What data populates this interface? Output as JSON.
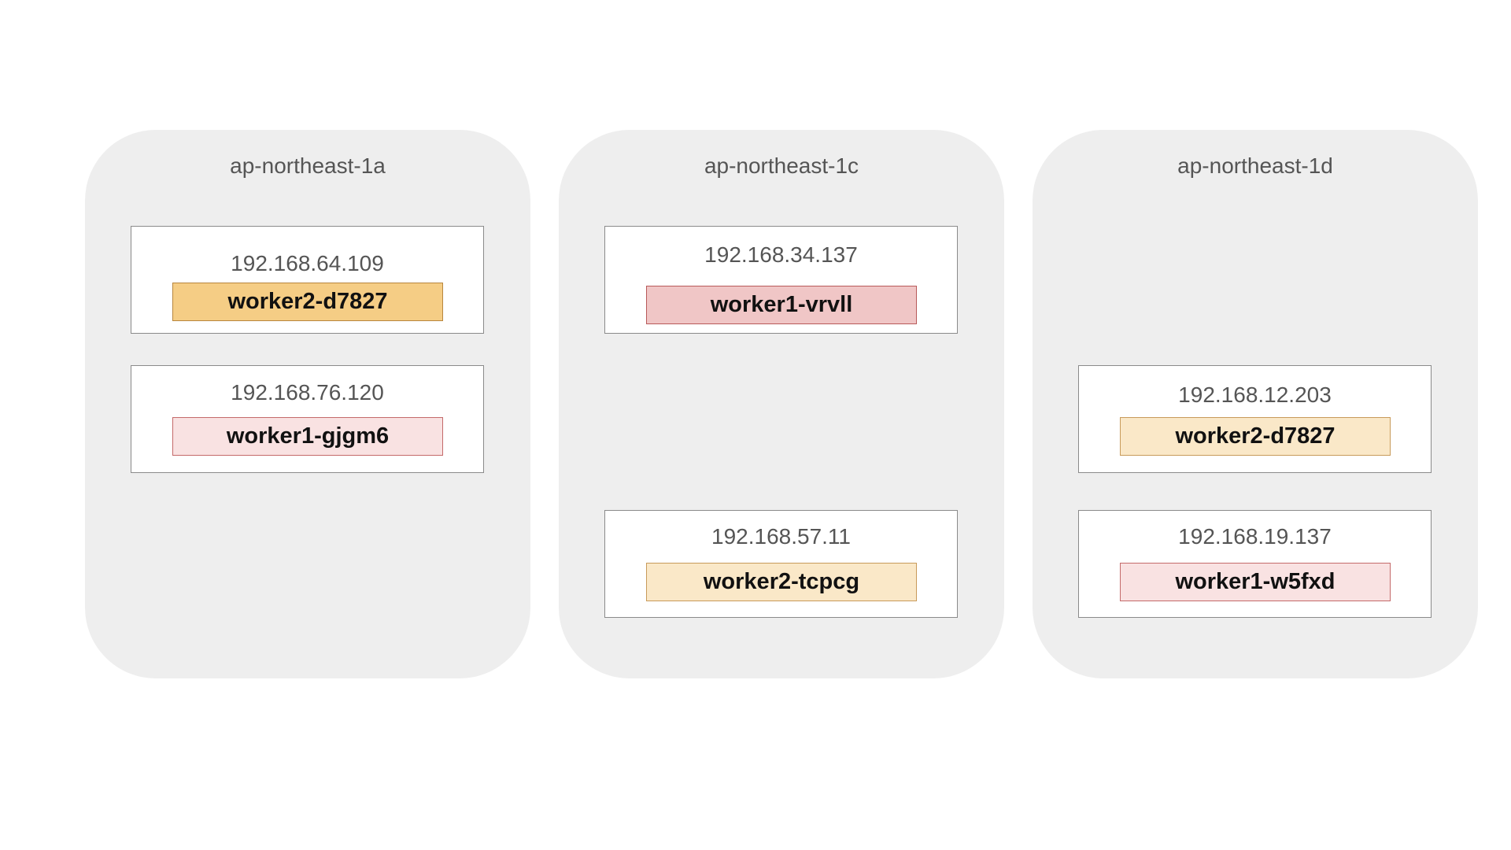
{
  "zones": [
    {
      "name": "ap-northeast-1a",
      "nodes": [
        {
          "ip": "192.168.64.109",
          "pod": "worker2-d7827"
        },
        {
          "ip": "192.168.76.120",
          "pod": "worker1-gjgm6"
        }
      ]
    },
    {
      "name": "ap-northeast-1c",
      "nodes": [
        {
          "ip": "192.168.34.137",
          "pod": "worker1-vrvll"
        },
        {
          "ip": "192.168.57.11",
          "pod": "worker2-tcpcg"
        }
      ]
    },
    {
      "name": "ap-northeast-1d",
      "nodes": [
        {
          "ip": "192.168.12.203",
          "pod": "worker2-d7827"
        },
        {
          "ip": "192.168.19.137",
          "pod": "worker1-w5fxd"
        }
      ]
    }
  ],
  "colors": {
    "zone_background": "#eeeeee",
    "worker2_pod_highlight": "#f5cd85",
    "worker2_pod": "#fae8c8",
    "worker1_pod_highlight": "#f0c6c6",
    "worker1_pod": "#f9e2e2"
  }
}
